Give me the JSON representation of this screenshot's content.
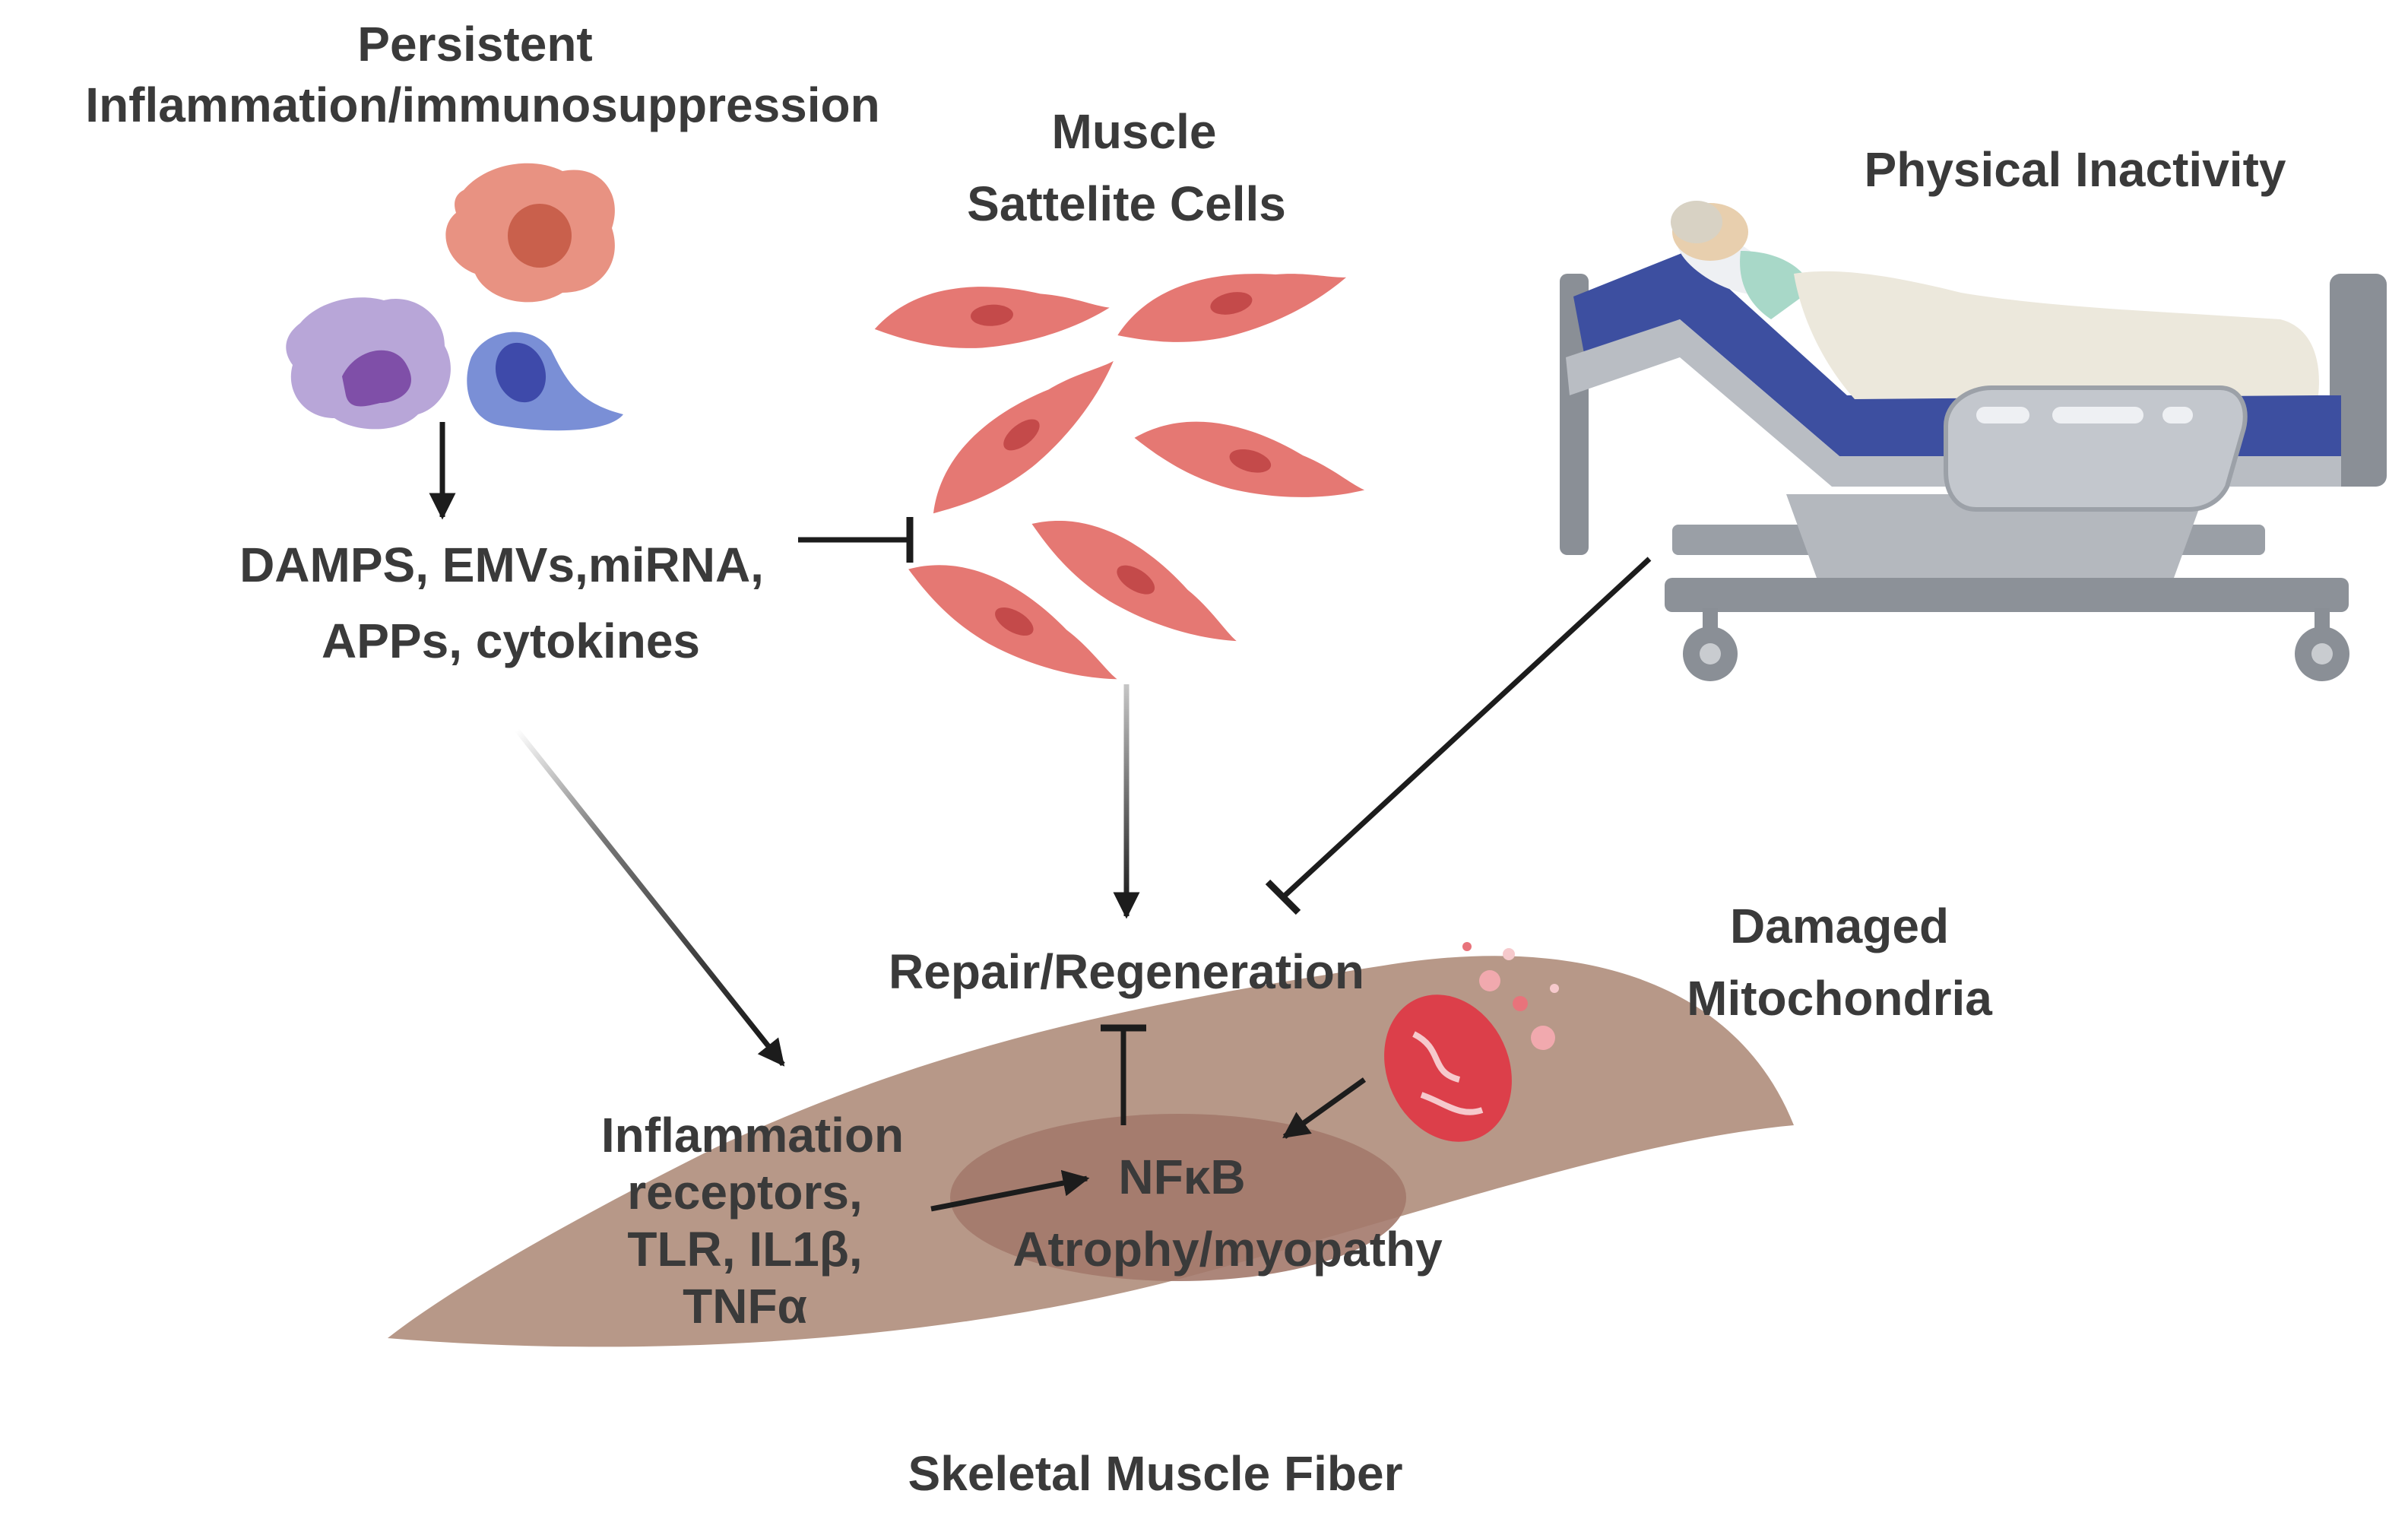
{
  "diagram": {
    "labels": {
      "inflammation_title_1": "Persistent",
      "inflammation_title_2": "Inflammation/immunosuppression",
      "satellite_title_1": "Muscle",
      "satellite_title_2": "Sattelite Cells",
      "inactivity_title": "Physical Inactivity",
      "mediators_1": "DAMPS, EMVs,miRNA,",
      "mediators_2": "APPs, cytokines",
      "repair": "Repair/Regeneration",
      "mito_1": "Damaged",
      "mito_2": "Mitochondria",
      "receptors_1": "Inflammation",
      "receptors_2": "receptors,",
      "receptors_3": "TLR, IL1β,",
      "receptors_4": "TNFα",
      "nfkb": "NFκB",
      "atrophy": "Atrophy/myopathy",
      "fiber": "Skeletal Muscle Fiber"
    },
    "icons": [
      "immune-cells-icon",
      "satellite-cells-icon",
      "hospital-bed-patient-icon",
      "damaged-mitochondrion-icon",
      "muscle-fiber-icon"
    ],
    "colors": {
      "fiber": "#b79888",
      "nucleus": "#a3796b",
      "satellite_cell": "#e57873",
      "arrow": "#1c1c1c",
      "text": "#3a3a3a",
      "mitochondrion": "#dc3f4a"
    }
  }
}
